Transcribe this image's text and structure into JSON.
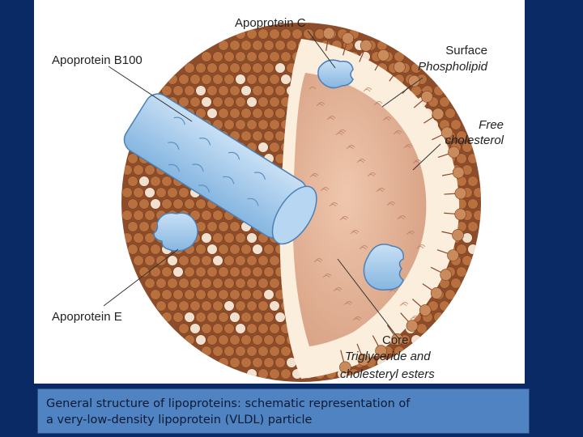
{
  "labels": {
    "apoprotein_c": "Apoprotein C",
    "apoprotein_b100": "Apoprotein B100",
    "surface": "Surface",
    "phospholipid": "Phospholipid",
    "free": "Free",
    "cholesterol": "cholesterol",
    "apoprotein_e": "Apoprotein E",
    "core": "Core",
    "triglyceride": "Triglyceride and",
    "cholesteryl": "cholesteryl esters"
  },
  "caption": {
    "line1": "General structure of lipoproteins: schematic representation of",
    "line2": "a very-low-density lipoprotein (VLDL) particle"
  },
  "colors": {
    "background": "#0a2a66",
    "caption_bg": "#4f83c2",
    "sphere_brown": "#a8643c",
    "core_fill": "#e2b196",
    "apoprotein_blue": "#a9cdec"
  }
}
